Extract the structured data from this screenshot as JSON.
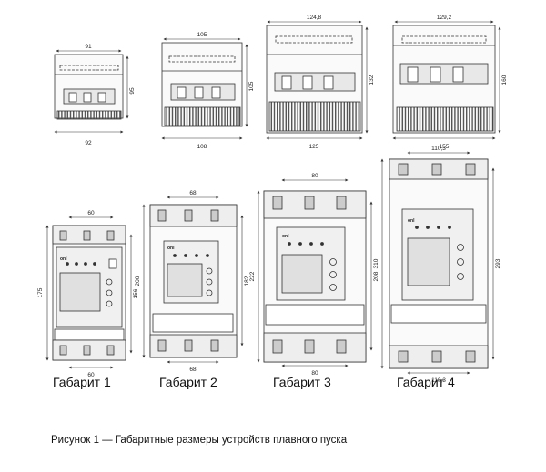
{
  "figure_caption": "Рисунок 1 — Габаритные размеры устройств плавного пуска",
  "top_row": [
    {
      "id": "g1",
      "width_top": "91",
      "height": "95",
      "width_bottom": "92"
    },
    {
      "id": "g2",
      "width_top": "105",
      "height": "105",
      "width_bottom": "108"
    },
    {
      "id": "g3",
      "width_top": "124,8",
      "height": "132",
      "width_bottom": "125"
    },
    {
      "id": "g4",
      "width_top": "129,2",
      "height": "160",
      "width_bottom": "155"
    }
  ],
  "bottom_row": [
    {
      "id": "g1",
      "label": "Габарит 1",
      "mount_top": "60",
      "height_outer": "175",
      "height_mount": "156",
      "mount_bottom": "60",
      "brand": "onl"
    },
    {
      "id": "g2",
      "label": "Габарит 2",
      "mount_top": "68",
      "height_outer": "200",
      "height_mount": "182",
      "mount_bottom": "68",
      "brand": "onl"
    },
    {
      "id": "g3",
      "label": "Габарит 3",
      "mount_top": "80",
      "height_outer": "222",
      "height_mount": "208",
      "mount_bottom": "80",
      "brand": "onl"
    },
    {
      "id": "g4",
      "label": "Габарит 4",
      "mount_top": "110,3",
      "height_outer": "310",
      "height_mount": "293",
      "mount_bottom": "110,3",
      "brand": "onl"
    }
  ]
}
